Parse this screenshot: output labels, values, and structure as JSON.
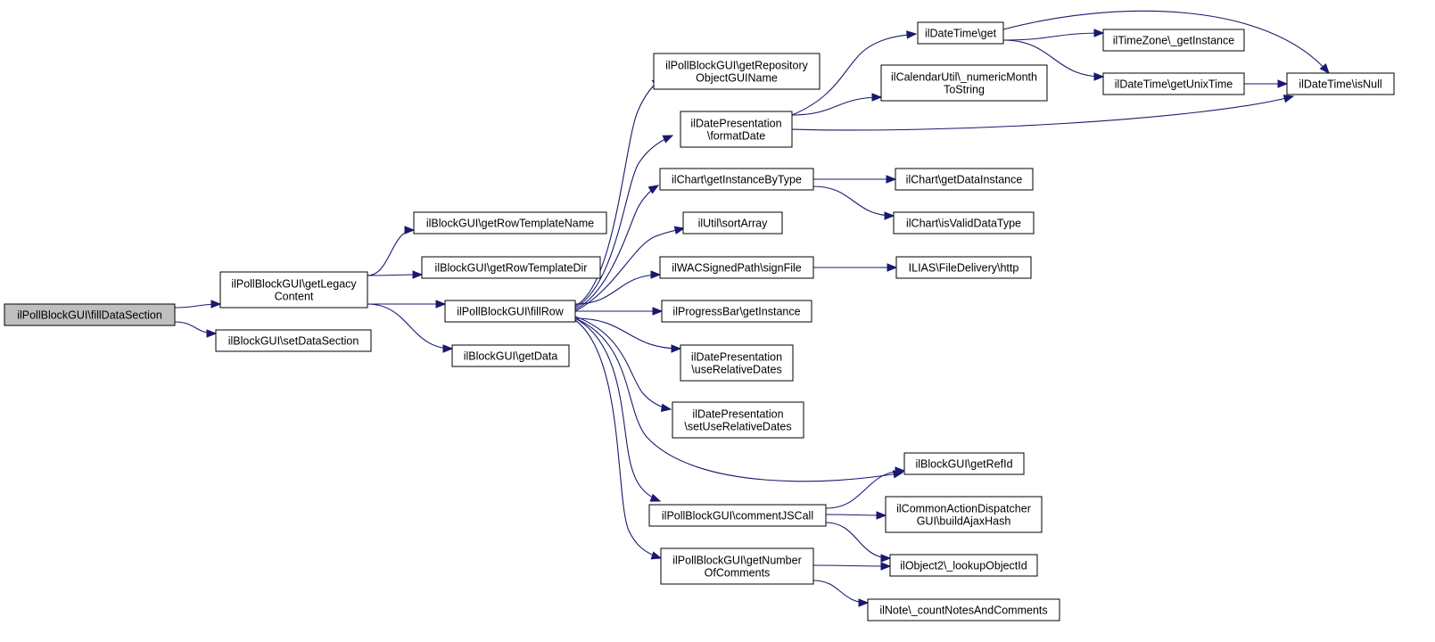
{
  "nodes": {
    "fillDataSection": {
      "lines": [
        "ilPollBlockGUI\\fillDataSection"
      ],
      "root": true
    },
    "getLegacyContent": {
      "lines": [
        "ilPollBlockGUI\\getLegacy",
        "Content"
      ]
    },
    "setDataSection": {
      "lines": [
        "ilBlockGUI\\setDataSection"
      ]
    },
    "getRowTemplateName": {
      "lines": [
        "ilBlockGUI\\getRowTemplateName"
      ]
    },
    "getRowTemplateDir": {
      "lines": [
        "ilBlockGUI\\getRowTemplateDir"
      ]
    },
    "fillRow": {
      "lines": [
        "ilPollBlockGUI\\fillRow"
      ]
    },
    "getData": {
      "lines": [
        "ilBlockGUI\\getData"
      ]
    },
    "getRepositoryObjectGUIName": {
      "lines": [
        "ilPollBlockGUI\\getRepository",
        "ObjectGUIName"
      ]
    },
    "formatDate": {
      "lines": [
        "ilDatePresentation",
        "\\formatDate"
      ]
    },
    "getInstanceByType": {
      "lines": [
        "ilChart\\getInstanceByType"
      ]
    },
    "sortArray": {
      "lines": [
        "ilUtil\\sortArray"
      ]
    },
    "signFile": {
      "lines": [
        "ilWACSignedPath\\signFile"
      ]
    },
    "progressGetInstance": {
      "lines": [
        "ilProgressBar\\getInstance"
      ]
    },
    "useRelativeDates": {
      "lines": [
        "ilDatePresentation",
        "\\useRelativeDates"
      ]
    },
    "setUseRelativeDates": {
      "lines": [
        "ilDatePresentation",
        "\\setUseRelativeDates"
      ]
    },
    "commentJSCall": {
      "lines": [
        "ilPollBlockGUI\\commentJSCall"
      ]
    },
    "getNumberOfComments": {
      "lines": [
        "ilPollBlockGUI\\getNumber",
        "OfComments"
      ]
    },
    "dateTimeGet": {
      "lines": [
        "ilDateTime\\get"
      ]
    },
    "numericMonthToString": {
      "lines": [
        "ilCalendarUtil\\_numericMonth",
        "ToString"
      ]
    },
    "getDataInstance": {
      "lines": [
        "ilChart\\getDataInstance"
      ]
    },
    "isValidDataType": {
      "lines": [
        "ilChart\\isValidDataType"
      ]
    },
    "fileDeliveryHttp": {
      "lines": [
        "ILIAS\\FileDelivery\\http"
      ]
    },
    "getRefId": {
      "lines": [
        "ilBlockGUI\\getRefId"
      ]
    },
    "buildAjaxHash": {
      "lines": [
        "ilCommonActionDispatcher",
        "GUI\\buildAjaxHash"
      ]
    },
    "lookupObjectId": {
      "lines": [
        "ilObject2\\_lookupObjectId"
      ]
    },
    "countNotesAndComments": {
      "lines": [
        "ilNote\\_countNotesAndComments"
      ]
    },
    "timeZoneGetInstance": {
      "lines": [
        "ilTimeZone\\_getInstance"
      ]
    },
    "getUnixTime": {
      "lines": [
        "ilDateTime\\getUnixTime"
      ]
    },
    "isNull": {
      "lines": [
        "ilDateTime\\isNull"
      ]
    }
  },
  "edges": [
    [
      "fillDataSection",
      "getLegacyContent"
    ],
    [
      "fillDataSection",
      "setDataSection"
    ],
    [
      "getLegacyContent",
      "getRowTemplateName"
    ],
    [
      "getLegacyContent",
      "getRowTemplateDir"
    ],
    [
      "getLegacyContent",
      "fillRow"
    ],
    [
      "getLegacyContent",
      "getData"
    ],
    [
      "fillRow",
      "getRepositoryObjectGUIName"
    ],
    [
      "fillRow",
      "formatDate"
    ],
    [
      "fillRow",
      "getInstanceByType"
    ],
    [
      "fillRow",
      "sortArray"
    ],
    [
      "fillRow",
      "signFile"
    ],
    [
      "fillRow",
      "progressGetInstance"
    ],
    [
      "fillRow",
      "useRelativeDates"
    ],
    [
      "fillRow",
      "setUseRelativeDates"
    ],
    [
      "fillRow",
      "getRefId"
    ],
    [
      "fillRow",
      "commentJSCall"
    ],
    [
      "fillRow",
      "getNumberOfComments"
    ],
    [
      "formatDate",
      "dateTimeGet"
    ],
    [
      "formatDate",
      "numericMonthToString"
    ],
    [
      "formatDate",
      "isNull"
    ],
    [
      "dateTimeGet",
      "timeZoneGetInstance"
    ],
    [
      "dateTimeGet",
      "getUnixTime"
    ],
    [
      "dateTimeGet",
      "isNull"
    ],
    [
      "getUnixTime",
      "isNull"
    ],
    [
      "getInstanceByType",
      "getDataInstance"
    ],
    [
      "getInstanceByType",
      "isValidDataType"
    ],
    [
      "signFile",
      "fileDeliveryHttp"
    ],
    [
      "commentJSCall",
      "getRefId"
    ],
    [
      "commentJSCall",
      "buildAjaxHash"
    ],
    [
      "commentJSCall",
      "lookupObjectId"
    ],
    [
      "getNumberOfComments",
      "lookupObjectId"
    ],
    [
      "getNumberOfComments",
      "countNotesAndComments"
    ]
  ],
  "colors": {
    "edge": "#191970",
    "node_border": "#000000",
    "node_fill": "#ffffff",
    "root_fill": "#bfbfbf"
  }
}
